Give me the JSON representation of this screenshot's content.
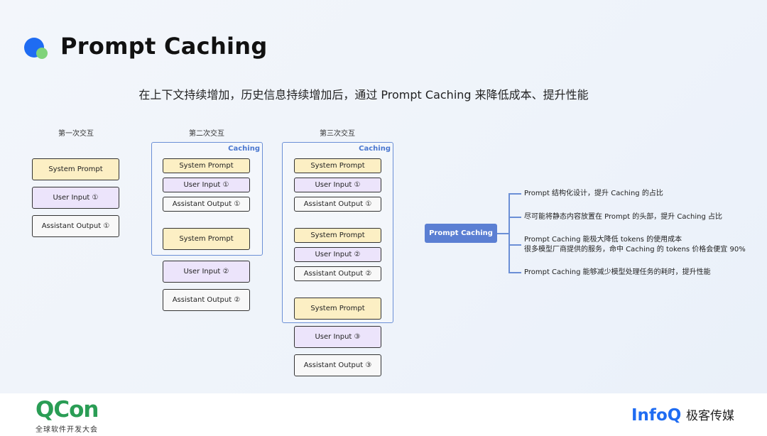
{
  "title": "Prompt Caching",
  "subtitle": "在上下文持续增加，历史信息持续增加后，通过 Prompt Caching 来降低成本、提升性能",
  "columns": [
    {
      "label": "第一次交互"
    },
    {
      "label": "第二次交互",
      "cache_label": "Caching"
    },
    {
      "label": "第三次交互",
      "cache_label": "Caching"
    }
  ],
  "blocks": {
    "system_prompt": "System Prompt",
    "user_input_1": "User Input ①",
    "assistant_output_1": "Assistant Output ①",
    "user_input_2": "User Input ②",
    "assistant_output_2": "Assistant Output ②",
    "user_input_3": "User Input ③",
    "assistant_output_3": "Assistant Output ③"
  },
  "mindmap": {
    "center": "Prompt Caching",
    "points": [
      {
        "text": "Prompt 结构化设计，提升 Caching 的占比"
      },
      {
        "text": "尽可能将静态内容放置在 Prompt 的头部，提升 Caching 占比"
      },
      {
        "line1": "Prompt Caching 能极大降低 tokens 的使用成本",
        "line2": "很多模型厂商提供的服务，命中 Caching 的 tokens 价格会便宜 90%"
      },
      {
        "text": "Prompt Caching 能够减少模型处理任务的耗时，提升性能"
      }
    ]
  },
  "footer": {
    "qcon": "QCon",
    "qcon_sub": "全球软件开发大会",
    "infoq": "InfoQ",
    "infoq_cn": "极客传媒"
  },
  "colors": {
    "accent_blue": "#1f6cf2",
    "system_fill": "#fcefc4",
    "user_fill": "#ece4fb",
    "cache_border": "#6b8fd6",
    "qcon_green": "#2a9d55"
  }
}
